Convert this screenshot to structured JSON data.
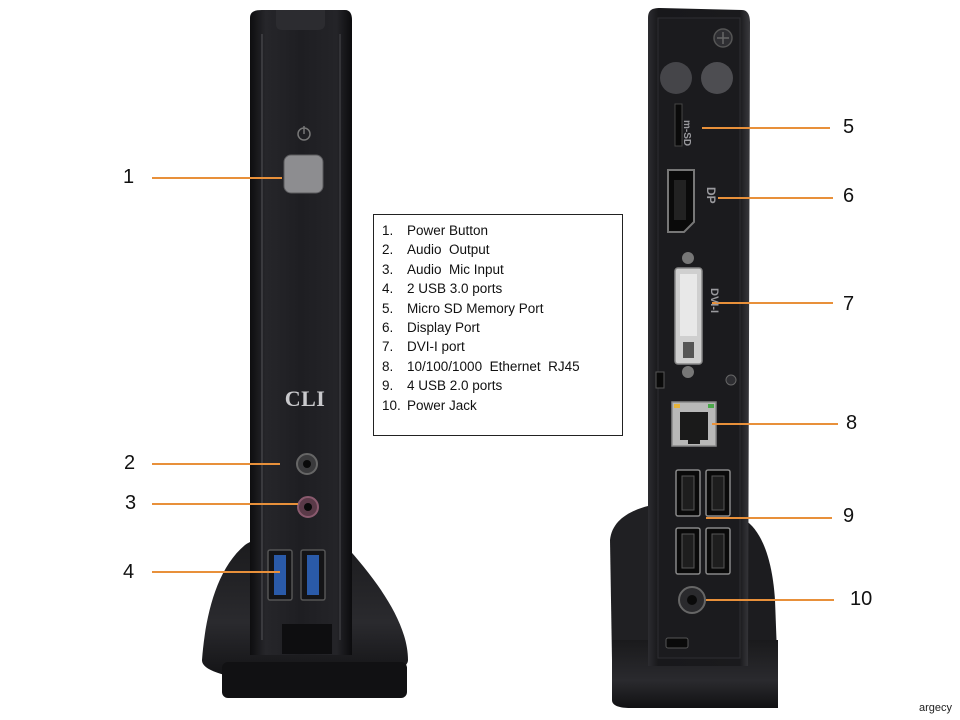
{
  "front": {
    "brand_logo": "CLI"
  },
  "callouts": [
    {
      "number": "1",
      "label": "Power Button"
    },
    {
      "number": "2",
      "label": "Audio  Output"
    },
    {
      "number": "3",
      "label": "Audio  Mic Input"
    },
    {
      "number": "4",
      "label": "2 USB 3.0 ports"
    },
    {
      "number": "5",
      "label": "Micro SD Memory Port"
    },
    {
      "number": "6",
      "label": "Display Port"
    },
    {
      "number": "7",
      "label": "DVI-I port"
    },
    {
      "number": "8",
      "label": "10/100/1000  Ethernet  RJ45"
    },
    {
      "number": "9",
      "label": "4 USB 2.0 ports"
    },
    {
      "number": "10",
      "label": "Power Jack"
    }
  ],
  "legend_numbers": [
    "1.",
    "2.",
    "3.",
    "4.",
    "5.",
    "6.",
    "7.",
    "8.",
    "9.",
    "10."
  ],
  "rear_port_labels": {
    "micro_sd": "m-SD",
    "display_port": "DP",
    "dvi": "DVI-I"
  },
  "watermark": "argecy",
  "colors": {
    "leader_line": "#e8903a",
    "device_body": "#1b1b1d",
    "usb3_blue": "#2a5aa8"
  }
}
